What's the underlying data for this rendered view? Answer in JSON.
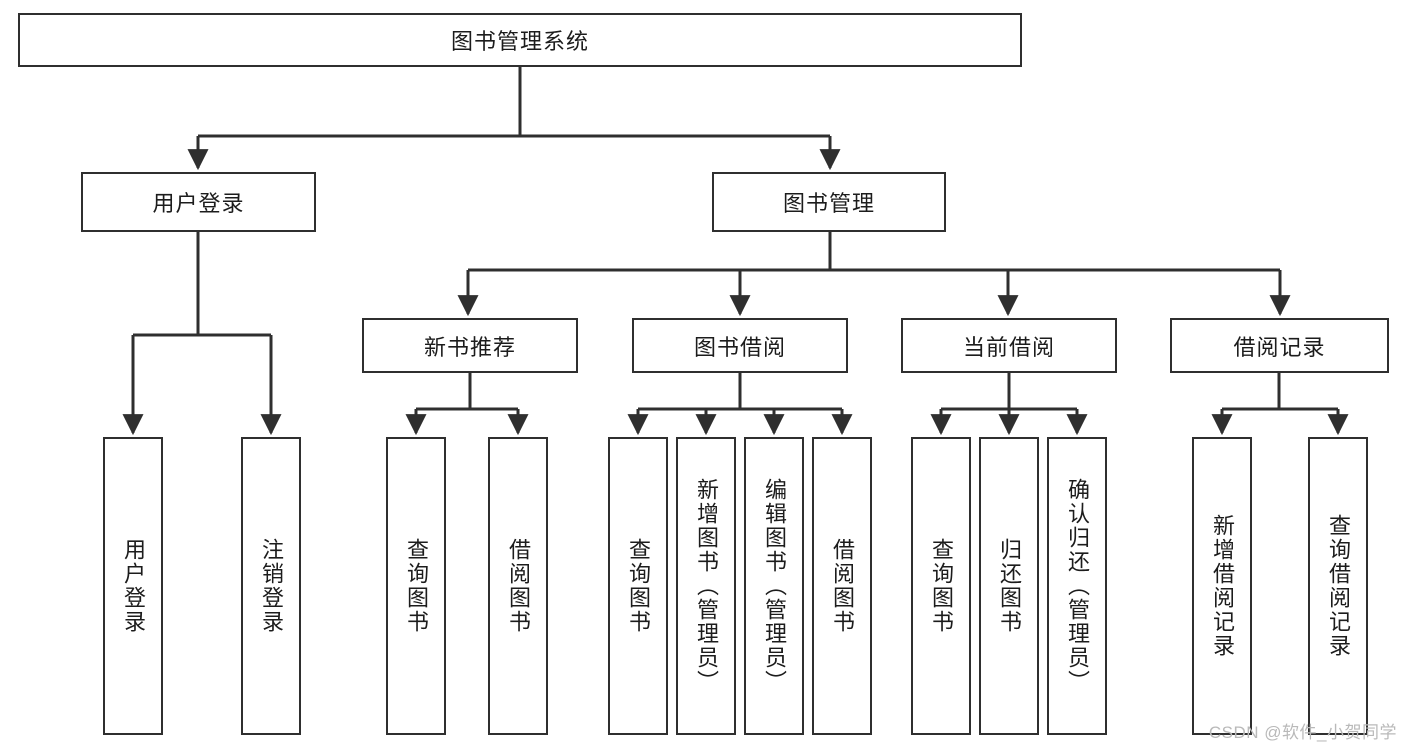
{
  "diagram": {
    "type": "tree-hierarchy",
    "title": "图书管理系统",
    "watermark": "CSDN @软件_小贺同学",
    "colors": {
      "box_border": "#2f2f2f",
      "box_fill": "#ffffff",
      "line": "#2f2f2f",
      "text": "#1c1c1c",
      "watermark": "#b9b9b9",
      "background": "#ffffff"
    },
    "root": {
      "label": "图书管理系统"
    },
    "level2": [
      {
        "id": "user-login",
        "label": "用户登录"
      },
      {
        "id": "book-management",
        "label": "图书管理"
      }
    ],
    "level3": [
      {
        "id": "new-book-recommend",
        "label": "新书推荐"
      },
      {
        "id": "book-borrow",
        "label": "图书借阅"
      },
      {
        "id": "current-borrow",
        "label": "当前借阅"
      },
      {
        "id": "borrow-record",
        "label": "借阅记录"
      }
    ],
    "leaves": {
      "user-login": [
        {
          "id": "leaf-user-login",
          "label": "用户登录"
        },
        {
          "id": "leaf-logout-login",
          "label": "注销登录"
        }
      ],
      "new-book-recommend": [
        {
          "id": "leaf-query-book-1",
          "label": "查询图书"
        },
        {
          "id": "leaf-borrow-book-1",
          "label": "借阅图书"
        }
      ],
      "book-borrow": [
        {
          "id": "leaf-query-book-2",
          "label": "查询图书"
        },
        {
          "id": "leaf-add-book-admin",
          "label": "新增图书（管理员）"
        },
        {
          "id": "leaf-edit-book-admin",
          "label": "编辑图书（管理员）"
        },
        {
          "id": "leaf-borrow-book-2",
          "label": "借阅图书"
        }
      ],
      "current-borrow": [
        {
          "id": "leaf-query-book-3",
          "label": "查询图书"
        },
        {
          "id": "leaf-return-book",
          "label": "归还图书"
        },
        {
          "id": "leaf-confirm-return-admin",
          "label": "确认归还（管理员）"
        }
      ],
      "borrow-record": [
        {
          "id": "leaf-add-borrow-record",
          "label": "新增借阅记录"
        },
        {
          "id": "leaf-query-borrow-record",
          "label": "查询借阅记录"
        }
      ]
    }
  }
}
